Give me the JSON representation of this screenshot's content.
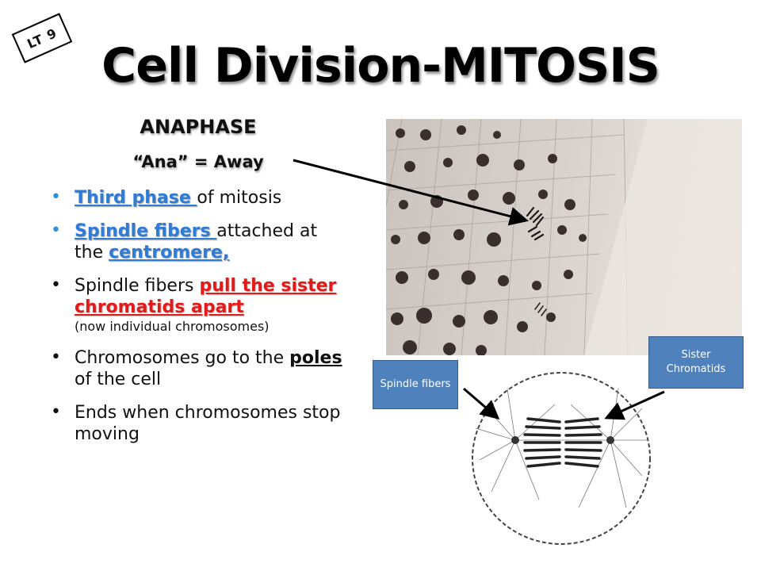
{
  "badge": {
    "text": "LT 9"
  },
  "title": "Cell Division-MITOSIS",
  "phase": "ANAPHASE",
  "ana_definition": "“Ana” = Away",
  "bullets": {
    "b1": {
      "highlight": "Third phase ",
      "text": "of mitosis"
    },
    "b2": {
      "highlight": "Spindle fibers ",
      "text1": "attached at the ",
      "highlight2": "centromere,"
    },
    "b3": {
      "text1": "Spindle fibers ",
      "highlight": "pull the sister chromatids apart",
      "note": "(now individual chromosomes)"
    },
    "b4": {
      "text1": "Chromosomes go to the ",
      "highlight": "poles",
      "text2": " of the cell"
    },
    "b5": {
      "text": "Ends when chromosomes stop moving"
    }
  },
  "callouts": {
    "spindle": "Spindle fibers",
    "sister": "Sister Chromatids"
  },
  "colors": {
    "blue_highlight": "#2e7cd6",
    "red_highlight": "#e21a1a",
    "callout_fill": "#4f81bd"
  }
}
